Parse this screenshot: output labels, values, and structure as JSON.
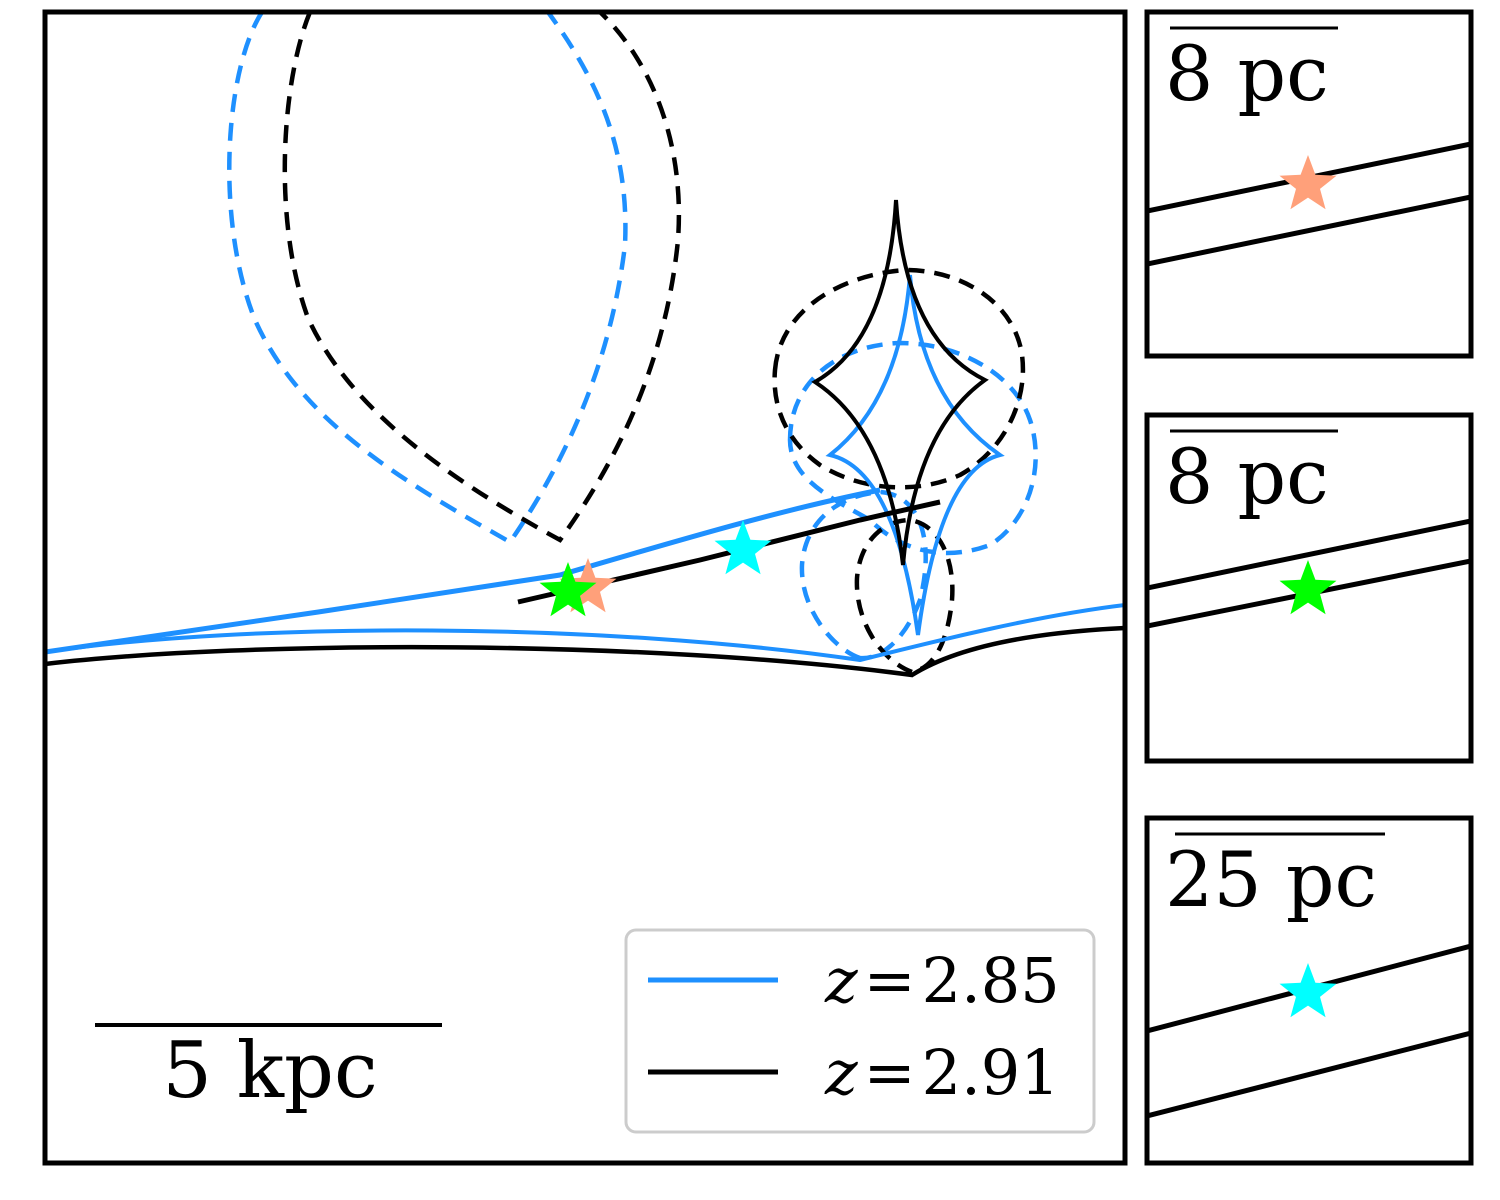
{
  "main_panel": {
    "scale_bar_label": "5 kpc"
  },
  "legend": {
    "entries": [
      {
        "redshift_symbol": "z",
        "equals": "=",
        "value": "2.85",
        "color": "#1e90ff"
      },
      {
        "redshift_symbol": "z",
        "equals": "=",
        "value": "2.91",
        "color": "#000000"
      }
    ]
  },
  "insets": [
    {
      "scale_label": "8 pc",
      "star_color": "#ffa07a"
    },
    {
      "scale_label": "8 pc",
      "star_color": "#00ff00"
    },
    {
      "scale_label": "25 pc",
      "star_color": "#00ffff"
    }
  ],
  "main_stars": [
    {
      "name": "salmon-star",
      "color": "#ffa07a"
    },
    {
      "name": "green-star",
      "color": "#00ff00"
    },
    {
      "name": "cyan-star",
      "color": "#00ffff"
    }
  ]
}
